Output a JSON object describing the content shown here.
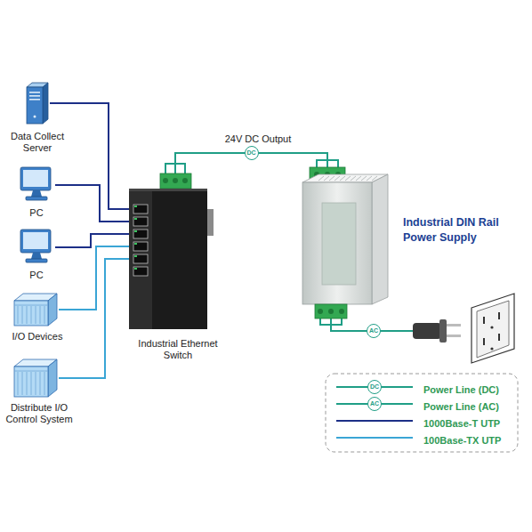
{
  "diagram": {
    "nodes": [
      {
        "text": [
          "Data Collect Server"
        ]
      },
      {
        "text": [
          "PC"
        ]
      },
      {
        "text": [
          "PC"
        ]
      },
      {
        "text": [
          "I/O Devices"
        ]
      },
      {
        "text": [
          "Distribute I/O Control System"
        ]
      },
      {
        "text": [
          "Industrial Ethernet Switch"
        ]
      },
      {
        "text": [
          "Industrial DIN Rail Power Supply"
        ]
      }
    ],
    "edges": [
      {
        "from": 0,
        "to": 5,
        "arrow": "none"
      },
      {
        "from": 1,
        "to": 5,
        "arrow": "none"
      },
      {
        "from": 2,
        "to": 5,
        "arrow": "none"
      },
      {
        "from": 3,
        "to": 5,
        "arrow": "none"
      },
      {
        "from": 4,
        "to": 5,
        "arrow": "none"
      },
      {
        "from": 5,
        "to": 6,
        "label": "DC",
        "arrow": "none"
      }
    ],
    "labels": [
      "24V DC Output",
      "AC",
      "DC",
      "AC"
    ],
    "legend": [
      {
        "text": "Power Line (DC)",
        "color": "#1f9e86"
      },
      {
        "text": "Power Line (AC)",
        "color": "#1f9e86"
      },
      {
        "text": "1000Base-T UTP",
        "color": "#1c2f87"
      },
      {
        "text": "100Base-TX UTP",
        "color": "#3aa5d5"
      }
    ]
  }
}
